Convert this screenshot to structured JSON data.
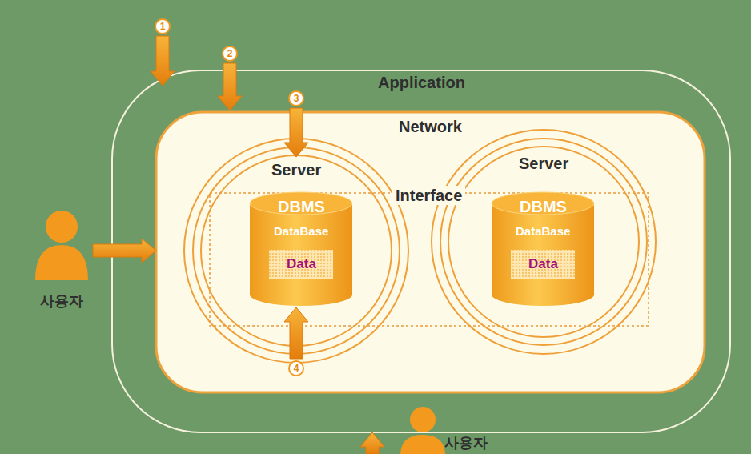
{
  "diagram": {
    "nodes": [
      {
        "text": [
          "Application"
        ]
      },
      {
        "text": [
          "Network"
        ],
        "in": 0
      },
      {
        "text": [
          "Interface"
        ],
        "in": 1
      },
      {
        "text": [
          "Server"
        ],
        "in": 1
      },
      {
        "text": [
          "DBMS",
          "DataBase",
          "Data"
        ],
        "in": 3
      },
      {
        "text": [
          "Server"
        ],
        "in": 1
      },
      {
        "text": [
          "DBMS",
          "DataBase",
          "Data"
        ],
        "in": 5
      },
      {
        "text": [
          "사용자"
        ]
      },
      {
        "text": [
          "사용자"
        ]
      }
    ],
    "edges": [
      {
        "from": 7,
        "to": 1,
        "arrow": "to"
      },
      {
        "from": 8,
        "to": 0,
        "arrow": "to"
      }
    ],
    "labels": [
      "1",
      "2",
      "3",
      "4"
    ]
  }
}
